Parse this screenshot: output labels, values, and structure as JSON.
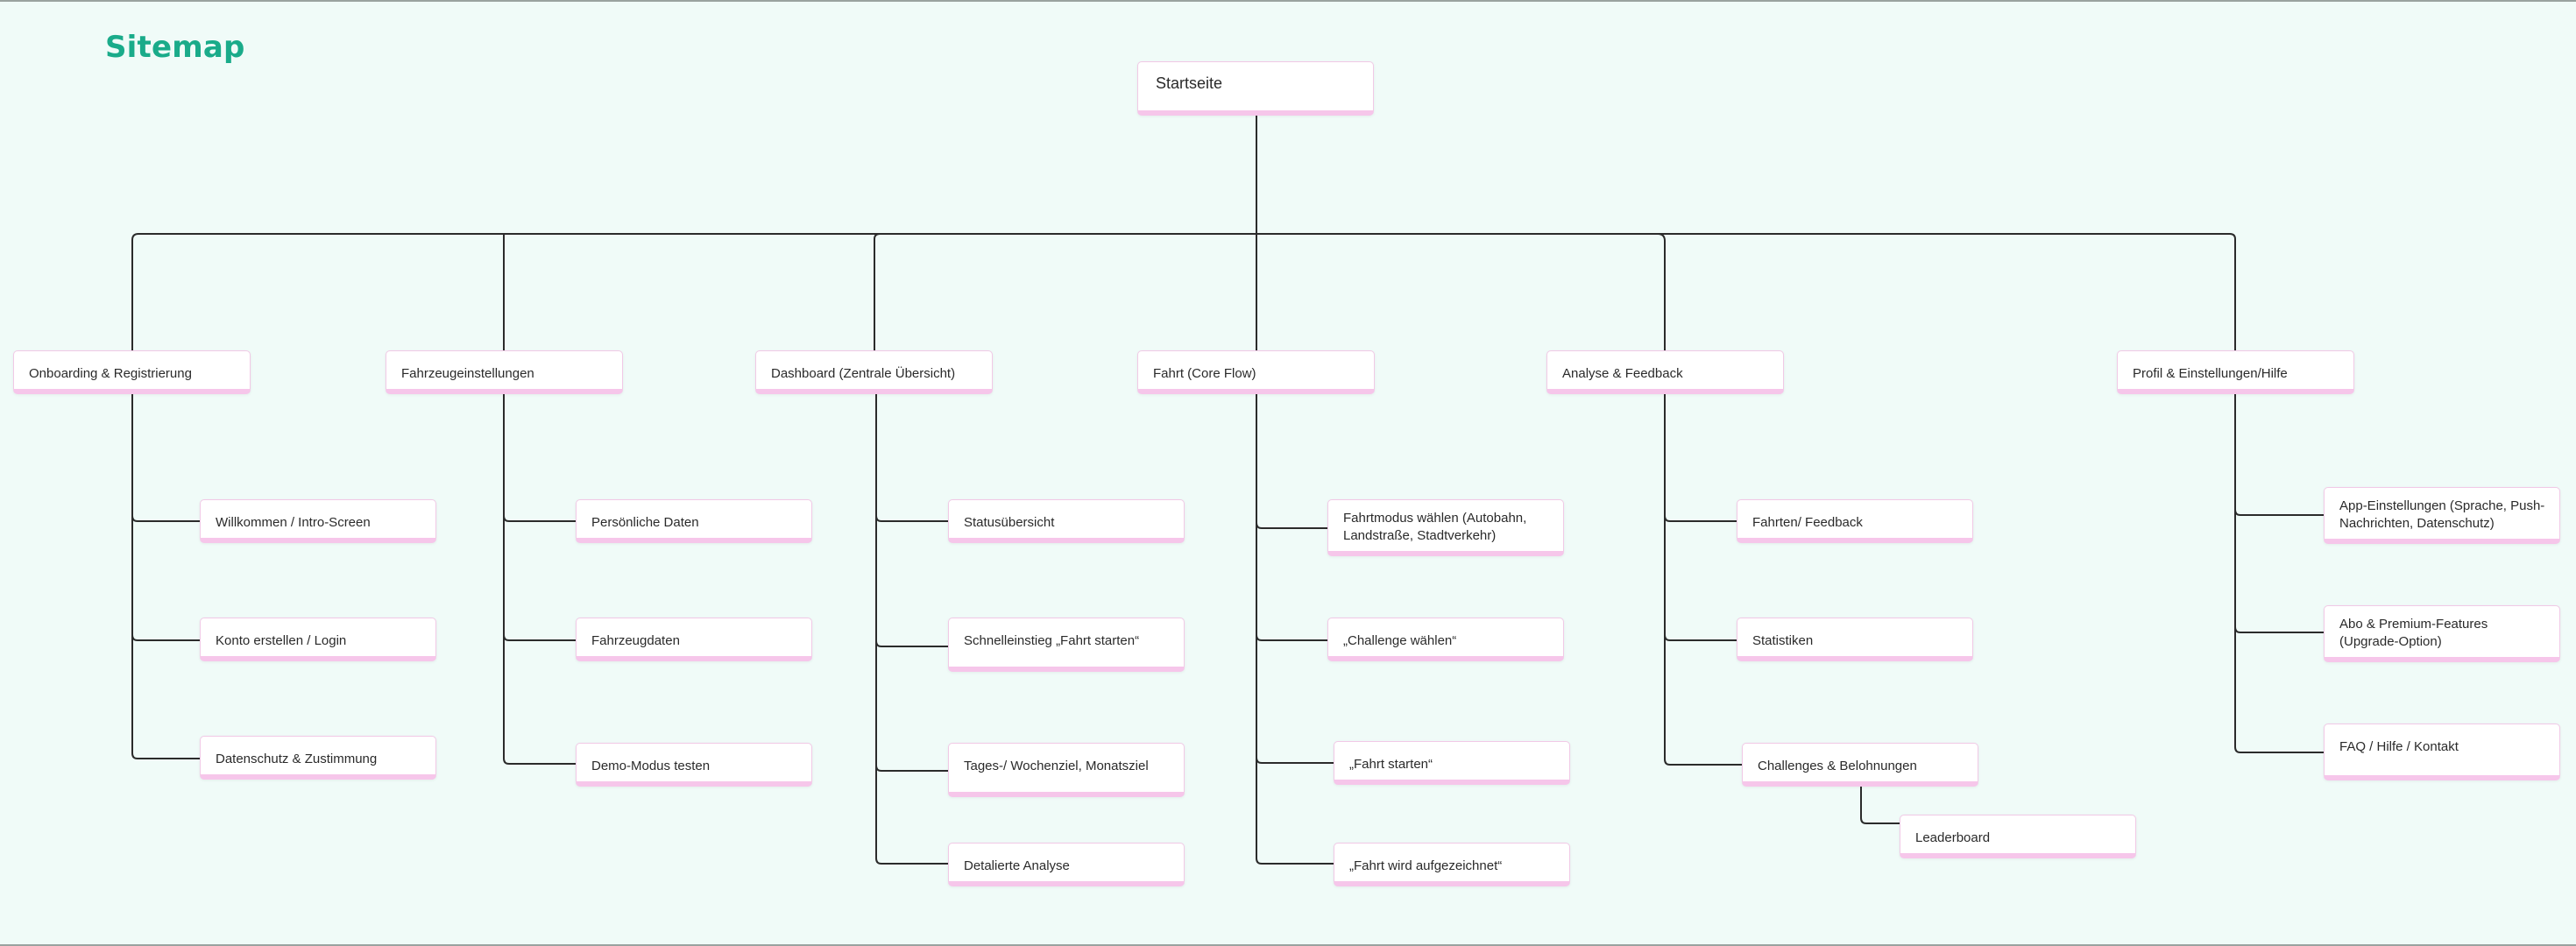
{
  "title": "Sitemap",
  "root": "Startseite",
  "sections": [
    {
      "label": "Onboarding & Registrierung",
      "children": [
        "Willkommen / Intro-Screen",
        "Konto erstellen / Login",
        "Datenschutz & Zustimmung"
      ]
    },
    {
      "label": "Fahrzeugeinstellungen",
      "children": [
        "Persönliche Daten",
        "Fahrzeugdaten",
        "Demo-Modus testen"
      ]
    },
    {
      "label": "Dashboard (Zentrale Übersicht)",
      "children": [
        "Statusübersicht",
        "Schnelleinstieg „Fahrt starten“",
        "Tages-/ Wochenziel, Monatsziel",
        "Detalierte Analyse"
      ]
    },
    {
      "label": "Fahrt (Core Flow)",
      "children": [
        "Fahrtmodus wählen (Autobahn, Landstraße, Stadtverkehr)",
        "„Challenge wählen“",
        "„Fahrt starten“",
        "„Fahrt wird aufgezeichnet“"
      ]
    },
    {
      "label": "Analyse & Feedback",
      "children": [
        "Fahrten/ Feedback",
        "Statistiken",
        "Challenges & Belohnungen"
      ],
      "sub": [
        "Leaderboard"
      ]
    },
    {
      "label": "Profil & Einstellungen/Hilfe",
      "children": [
        "App-Einstellungen (Sprache, Push-Nachrichten, Datenschutz)",
        "Abo & Premium-Features (Upgrade-Option)",
        "FAQ / Hilfe / Kontakt"
      ]
    }
  ]
}
